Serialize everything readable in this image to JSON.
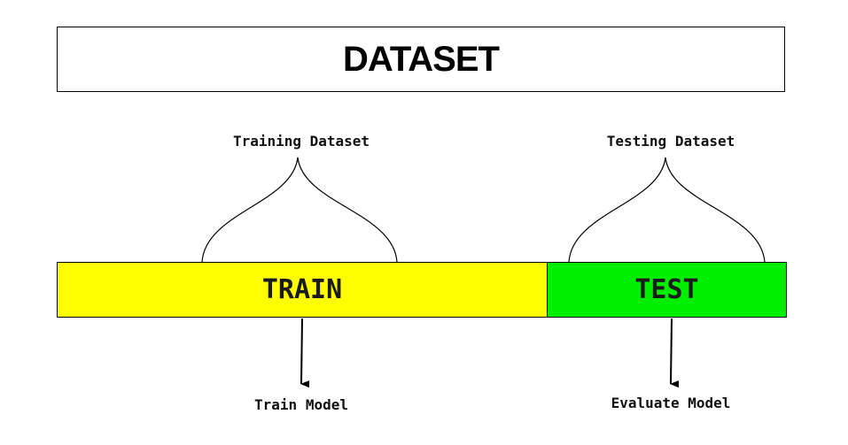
{
  "title": "DATASET",
  "segments": {
    "train_label": "TRAIN",
    "test_label": "TEST",
    "train_color": "#ffff00",
    "test_color": "#00ee00"
  },
  "braces": {
    "training_label": "Training Dataset",
    "testing_label": "Testing Dataset"
  },
  "outputs": {
    "train_label": "Train Model",
    "evaluate_label": "Evaluate Model"
  }
}
